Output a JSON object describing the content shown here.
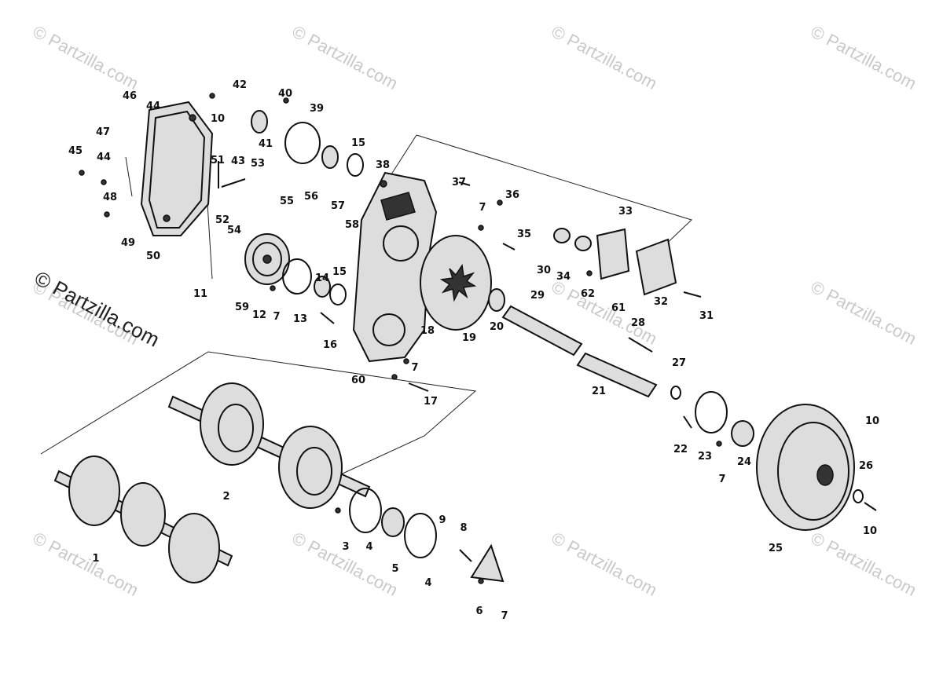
{
  "watermark": {
    "text": "© Partzilla.com",
    "color": "#c9c9c9"
  },
  "copyright_notice": "© Partzilla.com",
  "callouts": [
    "1",
    "2",
    "3",
    "4",
    "5",
    "4",
    "6",
    "7",
    "8",
    "9",
    "10",
    "11",
    "12",
    "7",
    "13",
    "14",
    "15",
    "16",
    "60",
    "18",
    "7",
    "17",
    "19",
    "20",
    "29",
    "30",
    "21",
    "28",
    "27",
    "22",
    "23",
    "7",
    "24",
    "25",
    "26",
    "10",
    "31",
    "32",
    "33",
    "34",
    "61",
    "62",
    "36",
    "35",
    "37",
    "7",
    "38",
    "39",
    "15",
    "40",
    "41",
    "42",
    "10",
    "43",
    "44",
    "45",
    "46",
    "44",
    "47",
    "48",
    "49",
    "50",
    "51",
    "52",
    "53",
    "54",
    "55",
    "56",
    "57",
    "58",
    "59"
  ],
  "colors": {
    "ink": "#111111",
    "watermark": "#c9c9c9",
    "background": "#ffffff"
  }
}
